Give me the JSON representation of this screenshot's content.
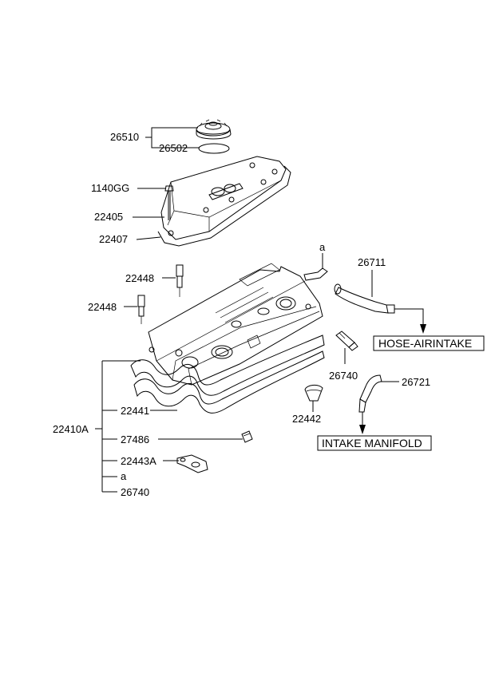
{
  "callouts": {
    "c26510": "26510",
    "c26502": "26502",
    "c1140GG": "1140GG",
    "c22405": "22405",
    "c22407": "22407",
    "c22448a": "22448",
    "c22448b": "22448",
    "c26711": "26711",
    "c_a_top": "a",
    "c26740_r": "26740",
    "c26721": "26721",
    "c22442": "22442",
    "c22410A": "22410A",
    "c22441": "22441",
    "c27486": "27486",
    "c22443A": "22443A",
    "c_a_low": "a",
    "c26740_l": "26740"
  },
  "boxes": {
    "hose_airintake": "HOSE-AIRINTAKE",
    "intake_manifold": "INTAKE MANIFOLD"
  }
}
